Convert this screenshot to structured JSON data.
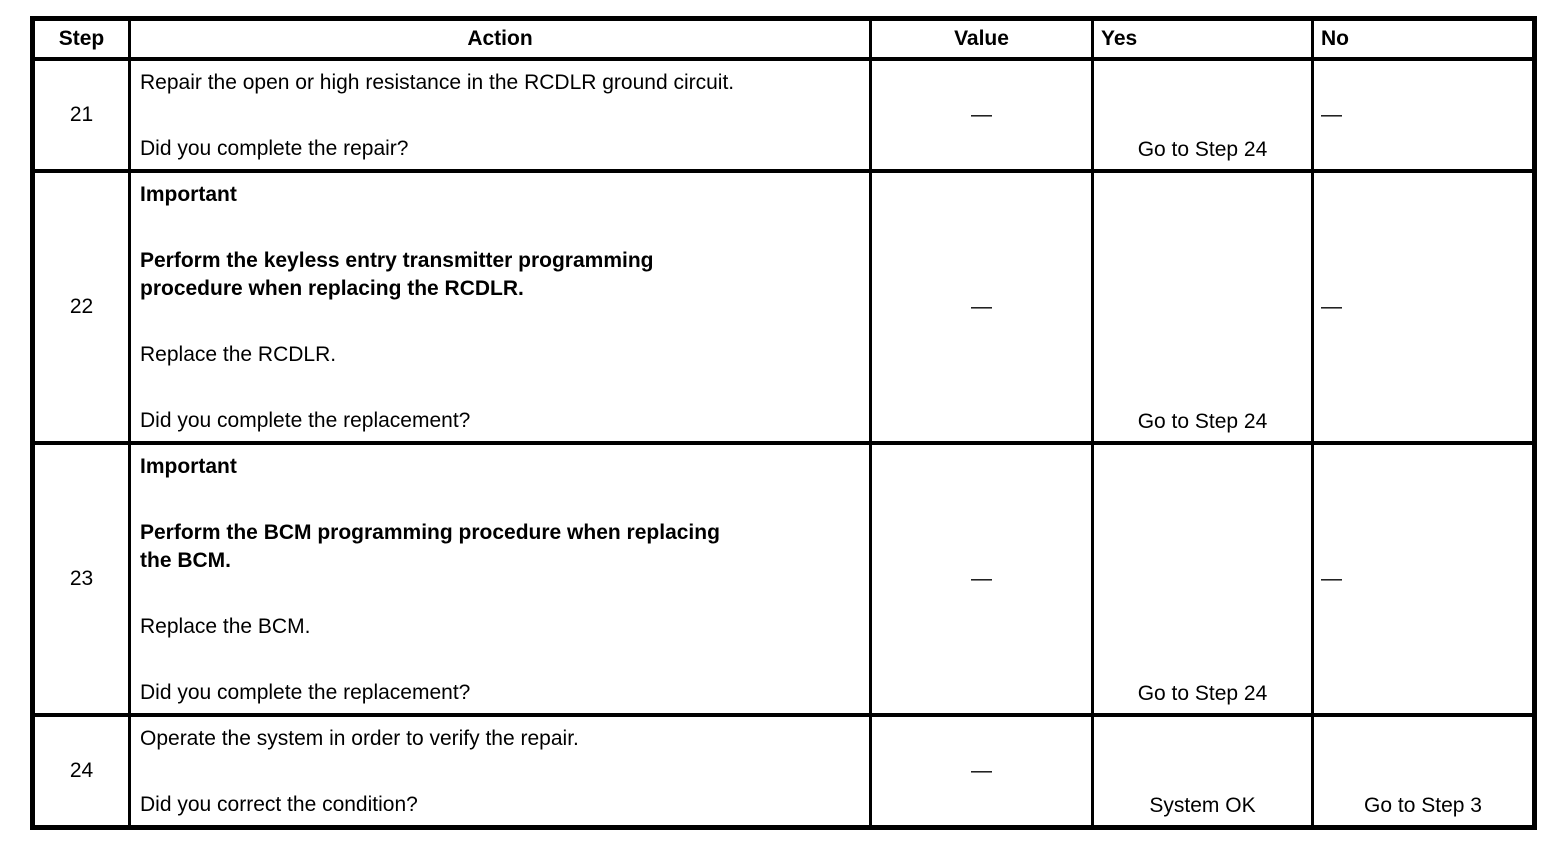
{
  "table": {
    "headers": {
      "step": "Step",
      "action": "Action",
      "value": "Value",
      "yes": "Yes",
      "no": "No"
    },
    "rows": [
      {
        "step": "21",
        "action_paragraphs": [
          {
            "text": "Repair the open or high resistance in the RCDLR ground circuit.",
            "bold": false
          },
          {
            "text": "Did you complete the repair?",
            "bold": false
          }
        ],
        "value": "—",
        "yes": "Go to Step 24",
        "no": "—"
      },
      {
        "step": "22",
        "action_paragraphs": [
          {
            "text": "Important",
            "bold": true
          },
          {
            "text": "Perform the keyless entry transmitter programming\nprocedure when replacing the RCDLR.",
            "bold": true
          },
          {
            "text": "Replace the RCDLR.",
            "bold": false
          },
          {
            "text": "Did you complete the replacement?",
            "bold": false
          }
        ],
        "value": "—",
        "yes": "Go to Step 24",
        "no": "—"
      },
      {
        "step": "23",
        "action_paragraphs": [
          {
            "text": "Important",
            "bold": true
          },
          {
            "text": "Perform the BCM programming procedure when replacing\nthe BCM.",
            "bold": true
          },
          {
            "text": "Replace the BCM.",
            "bold": false
          },
          {
            "text": "Did you complete the replacement?",
            "bold": false
          }
        ],
        "value": "—",
        "yes": "Go to Step 24",
        "no": "—"
      },
      {
        "step": "24",
        "action_paragraphs": [
          {
            "text": "Operate the system in order to verify the repair.",
            "bold": false
          },
          {
            "text": "Did you correct the condition?",
            "bold": false
          }
        ],
        "value": "—",
        "yes": "System OK",
        "no": "Go to Step 3"
      }
    ]
  }
}
